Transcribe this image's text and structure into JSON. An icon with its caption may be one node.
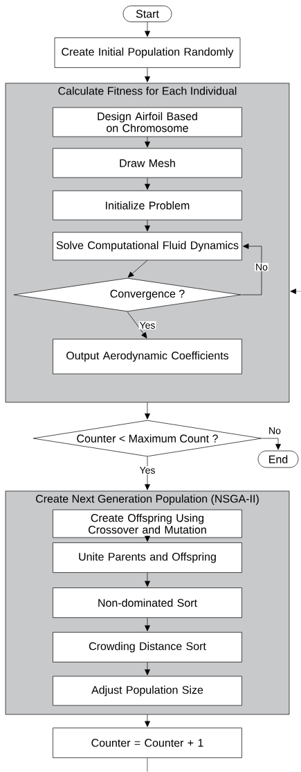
{
  "diagram": {
    "nodes": [
      {
        "text": [
          "Start"
        ]
      },
      {
        "text": [
          "Create Initial Population Randomly"
        ]
      },
      {
        "text": [
          "Calculate Fitness for Each Individual"
        ]
      },
      {
        "text": [
          "Design Airfoil Based on Chromosome"
        ],
        "in": 2
      },
      {
        "text": [
          "Draw Mesh"
        ],
        "in": 2
      },
      {
        "text": [
          "Initialize Problem"
        ],
        "in": 2
      },
      {
        "text": [
          "Solve Computational Fluid Dynamics"
        ],
        "in": 2
      },
      {
        "text": [
          "Convergence ?"
        ],
        "in": 2
      },
      {
        "text": [
          "Output Aerodynamic Coefficients"
        ],
        "in": 2
      },
      {
        "text": [
          "Counter < Maximum Count ?"
        ]
      },
      {
        "text": [
          "End"
        ]
      },
      {
        "text": [
          "Create Next Generation Population (NSGA-II)"
        ]
      },
      {
        "text": [
          "Create Offspring Using Crossover and Mutation"
        ],
        "in": 11
      },
      {
        "text": [
          "Unite Parents and Offspring"
        ],
        "in": 11
      },
      {
        "text": [
          "Non-dominated Sort"
        ],
        "in": 11
      },
      {
        "text": [
          "Crowding Distance Sort"
        ],
        "in": 11
      },
      {
        "text": [
          "Adjust Population Size"
        ],
        "in": 11
      },
      {
        "text": [
          "Counter = Counter + 1"
        ]
      }
    ],
    "edges": [
      {
        "from": 0,
        "to": 1,
        "arrow": "to"
      },
      {
        "from": 1,
        "to": 2,
        "arrow": "to"
      },
      {
        "from": 3,
        "to": 4,
        "arrow": "to"
      },
      {
        "from": 4,
        "to": 5,
        "arrow": "to"
      },
      {
        "from": 5,
        "to": 6,
        "arrow": "to"
      },
      {
        "from": 6,
        "to": 7,
        "arrow": "to"
      },
      {
        "from": 7,
        "to": 6,
        "arrow": "to",
        "label": "No"
      },
      {
        "from": 7,
        "to": 8,
        "arrow": "to",
        "label": "Yes"
      },
      {
        "from": 2,
        "to": 9,
        "arrow": "to"
      },
      {
        "from": 9,
        "to": 10,
        "arrow": "to",
        "label": "No"
      },
      {
        "from": 9,
        "to": 11,
        "arrow": "to",
        "label": "Yes"
      },
      {
        "from": 12,
        "to": 13,
        "arrow": "to"
      },
      {
        "from": 13,
        "to": 14,
        "arrow": "to"
      },
      {
        "from": 14,
        "to": 15,
        "arrow": "to"
      },
      {
        "from": 15,
        "to": 16,
        "arrow": "to"
      },
      {
        "from": 11,
        "to": 17,
        "arrow": "to"
      },
      {
        "from": 17,
        "to": null,
        "arrow": "none"
      },
      {
        "from": null,
        "to": 2,
        "arrow": "to"
      }
    ]
  }
}
